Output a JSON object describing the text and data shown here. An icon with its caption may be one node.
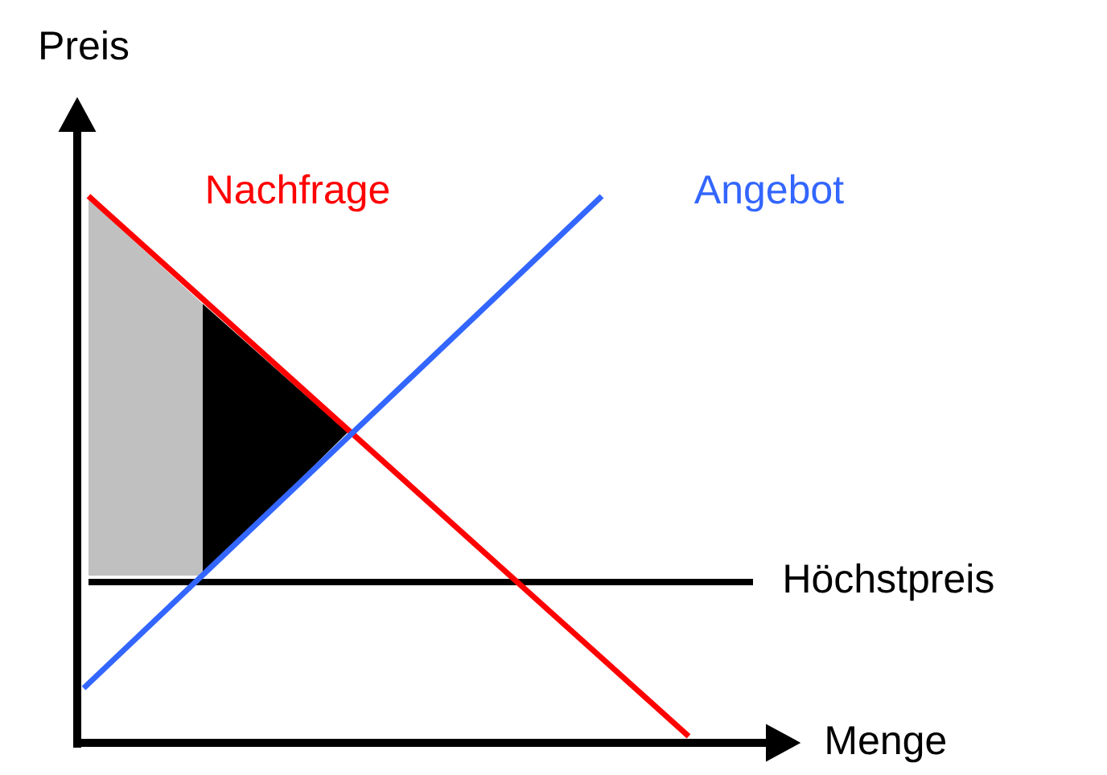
{
  "diagram": {
    "labels": [
      "Preis",
      "Nachfrage",
      "Angebot",
      "Höchstpreis",
      "Menge"
    ]
  }
}
